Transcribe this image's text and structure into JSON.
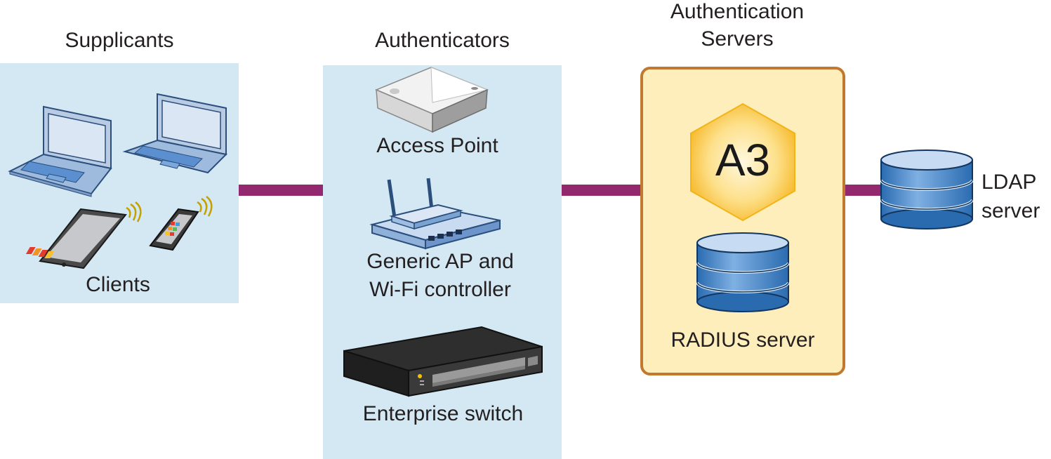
{
  "headings": {
    "supplicants": "Supplicants",
    "authenticators": "Authenticators",
    "auth_servers_line1": "Authentication",
    "auth_servers_line2": "Servers"
  },
  "labels": {
    "clients": "Clients",
    "access_point": "Access Point",
    "generic_ap_line1": "Generic AP and",
    "generic_ap_line2": "Wi-Fi controller",
    "enterprise_switch": "Enterprise switch",
    "a3_badge": "A3",
    "radius_server": "RADIUS server",
    "ldap_line1": "LDAP",
    "ldap_line2": "server"
  },
  "colors": {
    "panel_blue": "#d3e8f3",
    "panel_yellow": "#fdeebb",
    "panel_yellow_border": "#c0792e",
    "connector": "#93286f",
    "hexagon": "#f7be2a",
    "database_blue": "#3d85c6"
  },
  "icons": [
    "laptop-icon",
    "tablet-icon",
    "phone-icon",
    "access-point-icon",
    "router-icon",
    "switch-icon",
    "a3-hexagon-icon",
    "database-icon"
  ]
}
